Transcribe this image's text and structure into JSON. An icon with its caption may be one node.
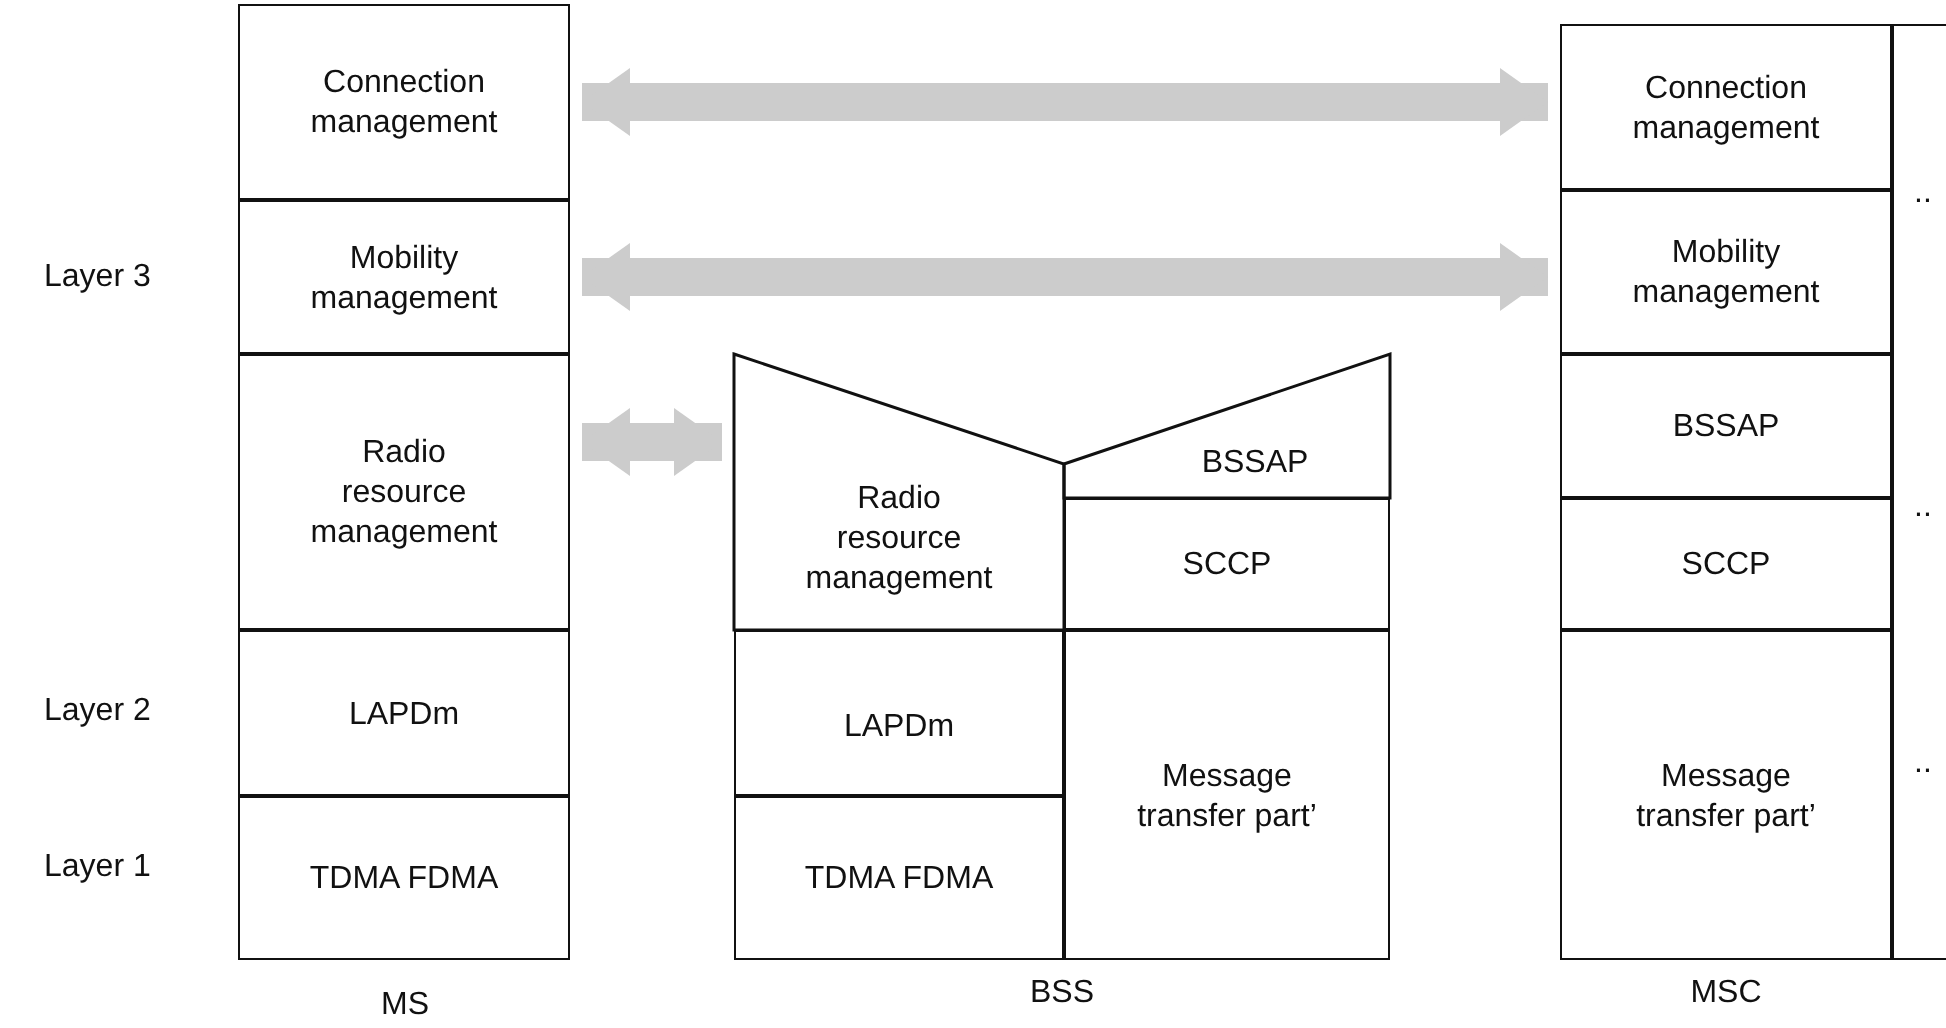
{
  "diagram": {
    "nodes": [
      {
        "text": [
          "MS"
        ]
      },
      {
        "text": [
          "Connection management"
        ],
        "in": 0
      },
      {
        "text": [
          "Mobility management"
        ],
        "in": 0
      },
      {
        "text": [
          "Radio resource management"
        ],
        "in": 0
      },
      {
        "text": [
          "LAPDm"
        ],
        "in": 0
      },
      {
        "text": [
          "TDMA FDMA"
        ],
        "in": 0
      },
      {
        "text": [
          "BSS"
        ]
      },
      {
        "text": [
          "Radio resource management"
        ],
        "in": 6
      },
      {
        "text": [
          "BSSAP"
        ],
        "in": 6
      },
      {
        "text": [
          "SCCP"
        ],
        "in": 6
      },
      {
        "text": [
          "LAPDm"
        ],
        "in": 6
      },
      {
        "text": [
          "Message transfer part’"
        ],
        "in": 6
      },
      {
        "text": [
          "TDMA FDMA"
        ],
        "in": 6
      },
      {
        "text": [
          "MSC"
        ]
      },
      {
        "text": [
          "Connection management"
        ],
        "in": 13
      },
      {
        "text": [
          "Mobility management"
        ],
        "in": 13
      },
      {
        "text": [
          "BSSAP"
        ],
        "in": 13
      },
      {
        "text": [
          "SCCP"
        ],
        "in": 13
      },
      {
        "text": [
          "Message transfer part’"
        ],
        "in": 13
      },
      {
        "text": [
          "..",
          "..",
          ".."
        ]
      }
    ],
    "edges": [
      {
        "from": 1,
        "to": 14,
        "arrow": "both"
      },
      {
        "from": 2,
        "to": 15,
        "arrow": "both"
      },
      {
        "from": 3,
        "to": 7,
        "arrow": "both"
      }
    ],
    "labels": [
      "Layer 3",
      "Layer 2",
      "Layer 1"
    ]
  }
}
